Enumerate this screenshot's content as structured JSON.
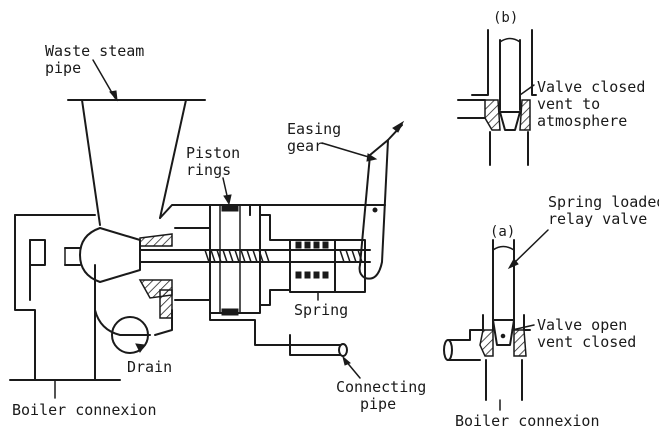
{
  "labels": {
    "waste_steam_pipe_line1": "Waste steam",
    "waste_steam_pipe_line2": "pipe",
    "piston_rings_line1": "Piston",
    "piston_rings_line2": "rings",
    "easing_gear_line1": "Easing",
    "easing_gear_line2": "gear",
    "spring": "Spring",
    "drain": "Drain",
    "boiler_connexion_left": "Boiler connexion",
    "connecting_pipe_line1": "Connecting",
    "connecting_pipe_line2": "pipe",
    "view_b": "(b)",
    "valve_closed_line1": "Valve closed",
    "valve_closed_line2": "vent to",
    "valve_closed_line3": "atmosphere",
    "spring_relay_line1": "Spring loaded",
    "spring_relay_line2": "relay valve",
    "view_a": "(a)",
    "valve_open_line1": "Valve open",
    "valve_open_line2": "vent closed",
    "boiler_connexion_right": "Boiler connexion"
  },
  "colors": {
    "ink": "#1a1a1a",
    "paper": "#ffffff"
  }
}
